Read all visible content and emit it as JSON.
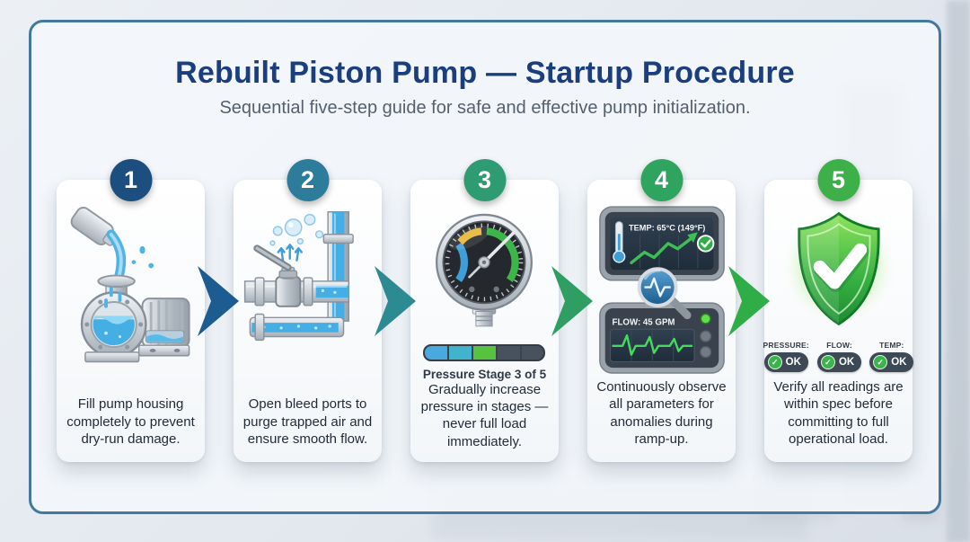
{
  "header": {
    "title": "Rebuilt Piston Pump — Startup Procedure",
    "subtitle": "Sequential five-step guide for safe and effective pump initialization."
  },
  "steps": [
    {
      "number": "1",
      "badge_color": "#1d4e80",
      "icon": "pump-filling-icon",
      "caption": "Fill pump housing completely to prevent dry-run damage."
    },
    {
      "number": "2",
      "badge_color": "#2d7c9b",
      "icon": "bleed-valve-icon",
      "caption": "Open bleed ports to purge trapped air and ensure smooth flow."
    },
    {
      "number": "3",
      "badge_color": "#2f9b73",
      "icon": "pressure-gauge-icon",
      "caption": "Gradually increase pressure in stages — never full load immediately.",
      "pressure_stage": {
        "label": "Pressure Stage 3 of 5",
        "filled": 3,
        "total": 5,
        "segment_colors": [
          "#49a8dd",
          "#40b4cd",
          "#56c23e",
          "#47525e",
          "#47525e"
        ]
      }
    },
    {
      "number": "4",
      "badge_color": "#2fa45f",
      "icon": "monitoring-screens-icon",
      "caption": "Continuously observe all parameters for anomalies during ramp-up.",
      "readings": {
        "temp": "TEMP: 65°C (149°F)",
        "flow": "FLOW: 45 GPM"
      }
    },
    {
      "number": "5",
      "badge_color": "#3eb04a",
      "icon": "shield-check-icon",
      "caption": "Verify all readings are within spec before committing to full operational load.",
      "statuses": [
        {
          "label": "PRESSURE:",
          "value": "OK"
        },
        {
          "label": "FLOW:",
          "value": "OK"
        },
        {
          "label": "TEMP:",
          "value": "OK"
        }
      ]
    }
  ],
  "arrows": [
    {
      "color": "#1d5c90"
    },
    {
      "color": "#2b8a92"
    },
    {
      "color": "#2f9e63"
    },
    {
      "color": "#2fae47"
    }
  ]
}
